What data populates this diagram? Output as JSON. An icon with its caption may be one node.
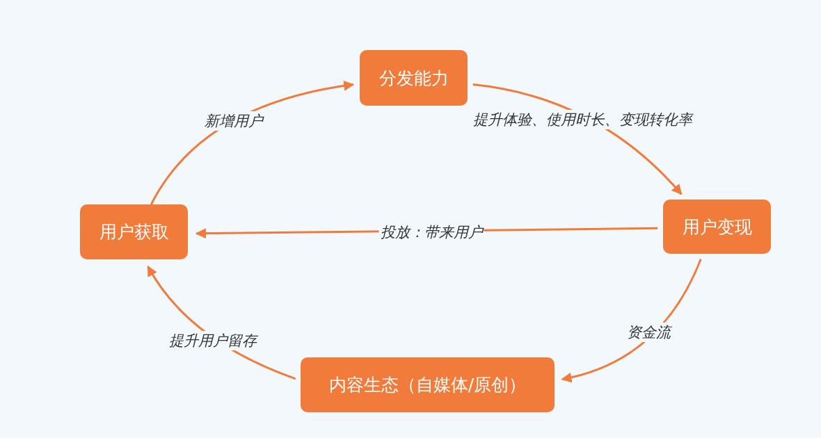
{
  "diagram": {
    "nodes": [
      {
        "text": [
          "分发能力"
        ]
      },
      {
        "text": [
          "用户获取"
        ]
      },
      {
        "text": [
          "用户变现"
        ]
      },
      {
        "text": [
          "内容生态（自媒体/原创）"
        ]
      }
    ],
    "edges": [
      {
        "from": 1,
        "to": 0,
        "arrow": "to",
        "label": "新增用户"
      },
      {
        "from": 0,
        "to": 2,
        "arrow": "to",
        "label": "提升体验、使用时长、变现转化率"
      },
      {
        "from": 2,
        "to": 1,
        "arrow": "to",
        "label": "投放：带来用户"
      },
      {
        "from": 2,
        "to": 3,
        "arrow": "to",
        "label": "资金流"
      },
      {
        "from": 3,
        "to": 1,
        "arrow": "to",
        "label": "提升用户留存"
      }
    ]
  }
}
